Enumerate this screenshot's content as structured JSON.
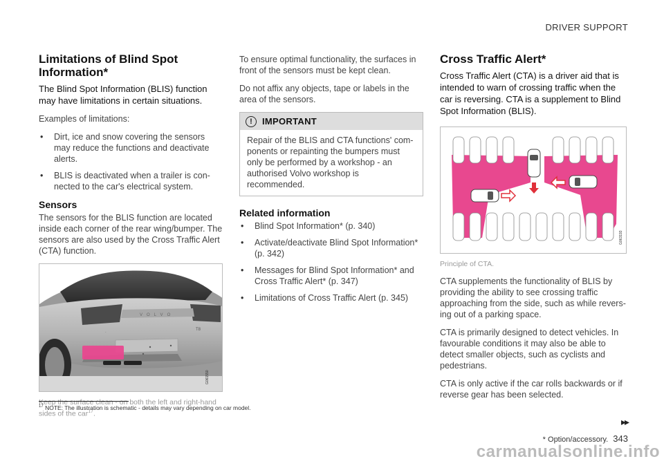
{
  "header": "DRIVER SUPPORT",
  "col1": {
    "title": "Limitations of Blind Spot Information*",
    "lead": "The Blind Spot Information (BLIS) function may have limitations in certain situations.",
    "examples_label": "Examples of limitations:",
    "bullets": [
      "Dirt, ice and snow covering the sensors may reduce the functions and deactivate alerts.",
      "BLIS is deactivated when a trailer is con-nected to the car's electrical system."
    ],
    "sensors_heading": "Sensors",
    "sensors_text": "The sensors for the BLIS function are located inside each corner of the rear wing/bumper. The sensors are also used by the Cross Traffic Alert (CTA) function.",
    "figure_code": "G061550",
    "caption": "Keep the surface clean - on both the left and right-hand sides of the car",
    "caption_ref": "17",
    "car_model": "T8",
    "car_brand": "VOLVO"
  },
  "col2": {
    "p1": "To ensure optimal functionality, the surfaces in front of the sensors must be kept clean.",
    "p2": "Do not affix any objects, tape or labels in the area of the sensors.",
    "important_icon": "!",
    "important_title": "IMPORTANT",
    "important_text": "Repair of the BLIS and CTA functions' com-ponents or repainting the bumpers must only be performed by a workshop - an authorised Volvo workshop is recommended.",
    "related_heading": "Related information",
    "related": [
      "Blind Spot Information* (p. 340)",
      "Activate/deactivate Blind Spot Information* (p. 342)",
      "Messages for Blind Spot Information* and Cross Traffic Alert* (p. 347)",
      "Limitations of Cross Traffic Alert (p. 345)"
    ]
  },
  "col3": {
    "title": "Cross Traffic Alert*",
    "lead": "Cross Traffic Alert (CTA) is a driver aid that is intended to warn of crossing traffic when the car is reversing. CTA is a supplement to Blind Spot Information (BLIS).",
    "figure_code": "G063193",
    "caption": "Principle of CTA.",
    "paras": [
      "CTA supplements the functionality of BLIS by providing the ability to see crossing traffic approaching from the side, such as while revers-ing out of a parking space.",
      "CTA is primarily designed to detect vehicles. In favourable conditions it may also be able to detect smaller objects, such as cyclists and pedestrians.",
      "CTA is only active if the car rolls backwards or if reverse gear has been selected."
    ]
  },
  "footnote": {
    "ref": "17",
    "text": "NOTE: The illustration is schematic - details may vary depending on car model."
  },
  "footer": {
    "arrows": "▸▸",
    "note": "* Option/accessory.",
    "page": "343"
  },
  "watermark": "carmanualsonline.info",
  "colors": {
    "pink": "#e8488f",
    "important_bg": "#dddddd",
    "accent_red": "#e0303a"
  }
}
